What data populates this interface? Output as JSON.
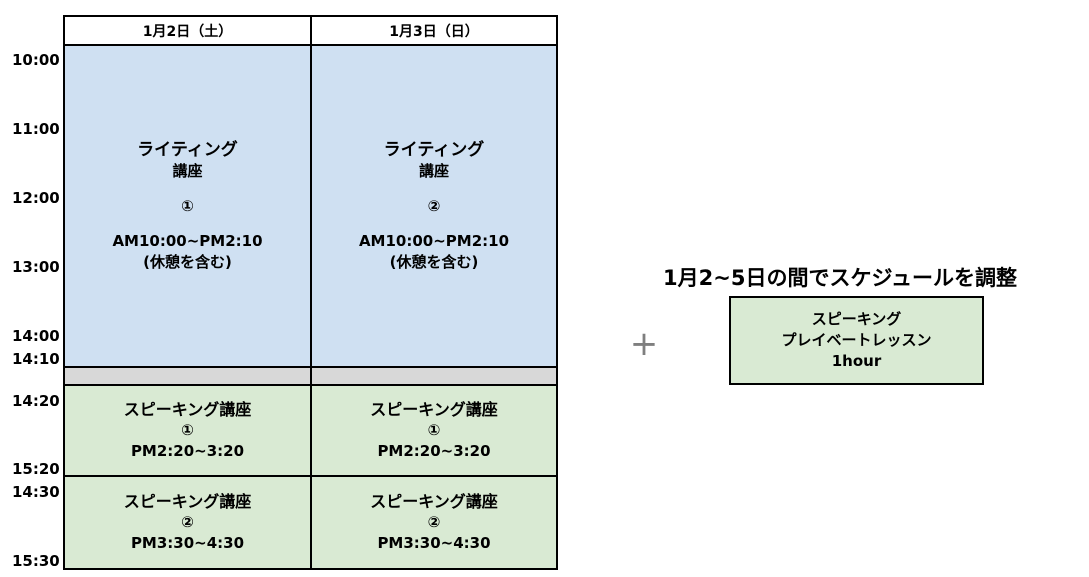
{
  "times": [
    "10:00",
    "11:00",
    "12:00",
    "13:00",
    "14:00",
    "14:10",
    "14:20",
    "15:20",
    "14:30",
    "15:30"
  ],
  "days": [
    "1月2日（土）",
    "1月3日（日）"
  ],
  "writing": {
    "title": "ライティング",
    "subtitle": "講座",
    "numbers": [
      "①",
      "②"
    ],
    "time": "AM10:00~PM2:10",
    "note": "(休憩を含む)"
  },
  "speaking1": {
    "title": "スピーキング講座",
    "numbers": [
      "①",
      "①"
    ],
    "time": "PM2:20~3:20"
  },
  "speaking2": {
    "title": "スピーキング講座",
    "numbers": [
      "②",
      "②"
    ],
    "time": "PM3:30~4:30"
  },
  "plus_sign": "+",
  "private": {
    "heading": "1月2~5日の間でスケジュールを調整",
    "line1": "スピーキング",
    "line2": "プレイベートレッスン",
    "line3": "1hour"
  },
  "colors": {
    "writing_bg": "#cfe0f2",
    "break_bg": "#d8d8d8",
    "speaking_bg": "#d9ead3"
  }
}
